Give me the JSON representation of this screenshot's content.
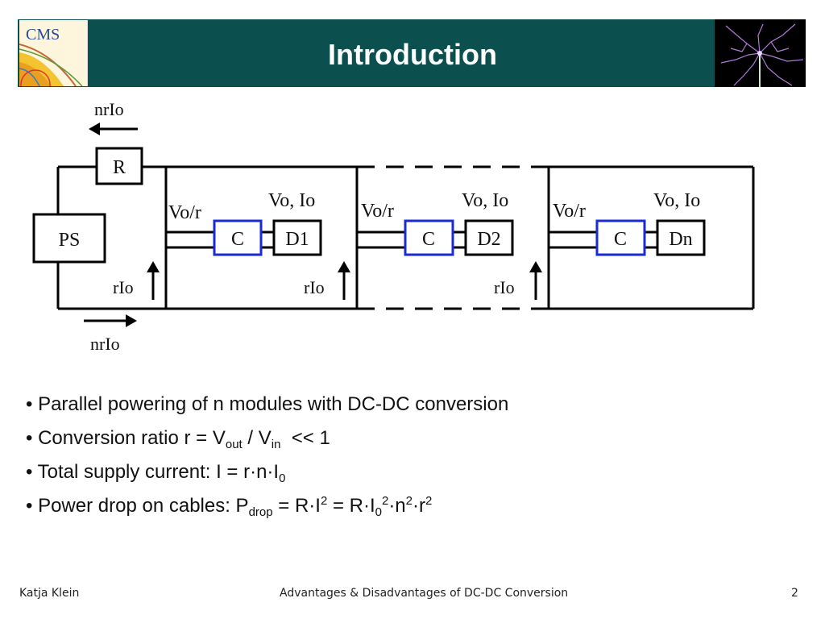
{
  "header": {
    "title": "Introduction",
    "left_logo_text": "CMS"
  },
  "diagram": {
    "ps_label": "PS",
    "r_label": "R",
    "nrio_top": "nrIo",
    "nrio_bottom": "nrIo",
    "modules": [
      {
        "converter": "C",
        "load": "D1",
        "vin": "Vo/r",
        "vout": "Vo, Io",
        "return_current": "rIo"
      },
      {
        "converter": "C",
        "load": "D2",
        "vin": "Vo/r",
        "vout": "Vo, Io",
        "return_current": "rIo"
      },
      {
        "converter": "C",
        "load": "Dn",
        "vin": "Vo/r",
        "vout": "Vo, Io",
        "return_current": "rIo"
      }
    ]
  },
  "bullets": {
    "b1": "Parallel powering of n modules with DC-DC conversion",
    "b2": {
      "prefix": "Conversion ratio r = V",
      "sub1": "out",
      "mid": " / V",
      "sub2": "in",
      "suffix": "  << 1"
    },
    "b3": {
      "prefix": "Total supply current: I = r·n·I",
      "sub": "0"
    },
    "b4": {
      "prefix": "Power drop on cables: P",
      "sub": "drop",
      "eq": " = R·I",
      "sup1": "2",
      "eq2": " = R·I",
      "sub2": "0",
      "sup2": "2",
      "n": "·n",
      "sup3": "2",
      "r": "·r",
      "sup4": "2"
    }
  },
  "footer": {
    "author": "Katja Klein",
    "subject": "Advantages & Disadvantages of DC-DC Conversion",
    "page": "2"
  },
  "colors": {
    "banner": "#0b4f4f",
    "converter_border": "#1a2bd6"
  }
}
